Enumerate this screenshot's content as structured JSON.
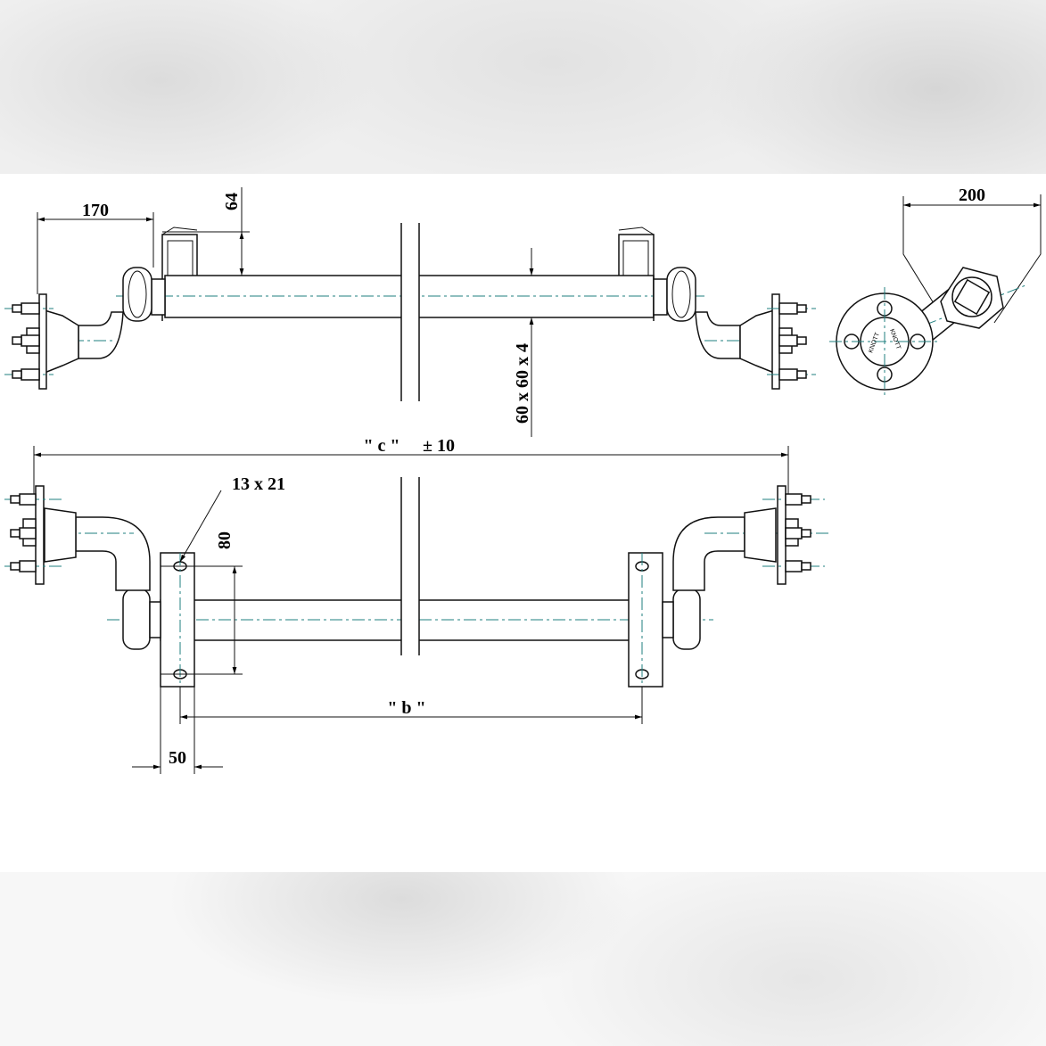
{
  "dimensions": {
    "d170": "170",
    "d64": "64",
    "tube": "60 x 60 x 4",
    "d200": "200",
    "c_label": "\" c \"",
    "c_tol": "± 10",
    "slot": "13 x 21",
    "d80": "80",
    "b_label": "\" b \"",
    "d50": "50"
  },
  "brand": {
    "hub_text_1": "KNOTT",
    "hub_text_2": "KNOTT"
  }
}
